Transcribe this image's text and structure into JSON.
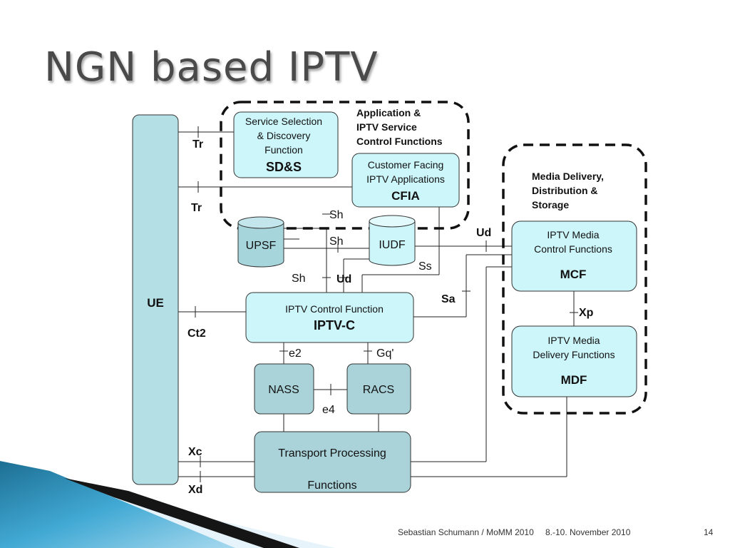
{
  "slide": {
    "title": "NGN based IPTV",
    "footer": {
      "author": "Sebastian Schumann / MoMM 2010",
      "date": "8.-10. November 2010",
      "page": "14"
    }
  },
  "diagram": {
    "groups": {
      "app": [
        "Application &",
        "IPTV Service",
        "Control Functions"
      ],
      "media": [
        "Media Delivery,",
        "Distribution &",
        "Storage"
      ]
    },
    "nodes": {
      "ue": "UE",
      "sds": [
        "Service Selection",
        "& Discovery",
        "Function",
        "SD&S"
      ],
      "cfia": [
        "Customer Facing",
        "IPTV Applications",
        "CFIA"
      ],
      "upsf": "UPSF",
      "iudf": "IUDF",
      "iptvc": [
        "IPTV Control Function",
        "IPTV-C"
      ],
      "nass": "NASS",
      "racs": "RACS",
      "transport": [
        "Transport Processing",
        "Functions"
      ],
      "mcf": [
        "IPTV Media",
        "Control  Functions",
        "MCF"
      ],
      "mdf": [
        "IPTV Media",
        "Delivery  Functions",
        "MDF"
      ]
    },
    "interfaces": {
      "tr1": "Tr",
      "tr2": "Tr",
      "sh1": "Sh",
      "sh2": "Sh",
      "sh3": "Sh",
      "ud1": "Ud",
      "ud2": "Ud",
      "ss": "Ss",
      "sa": "Sa",
      "xp": "Xp",
      "ct2": "Ct2",
      "e2": "e2",
      "gq": "Gq'",
      "e4": "e4",
      "xc": "Xc",
      "xd": "Xd"
    }
  },
  "colors": {
    "box_fill": "#cdf6fa",
    "ue_fill": "#b3dfe5",
    "db_fill": "#a6d5dc",
    "nass_fill": "#a9d3d9",
    "title": "#4a4a4a",
    "accent_blue": "#1a8fc0"
  }
}
